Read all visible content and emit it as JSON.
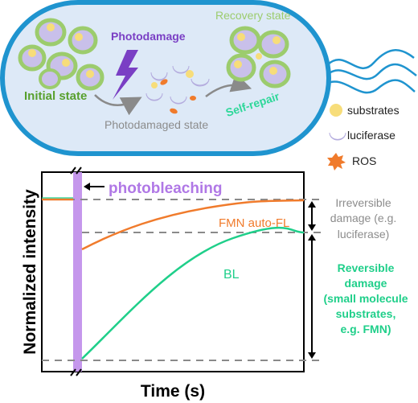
{
  "cell": {
    "initial_label": "Initial state",
    "photodamage_label": "Photodamage",
    "photodamaged_label": "Photodamaged state",
    "recovery_label": "Recovery state",
    "self_repair_label": "Self-repair"
  },
  "legend": {
    "substrates": "substrates",
    "luciferase": "luciferase",
    "ros": "ROS"
  },
  "plot": {
    "photobleaching_label": "photobleaching",
    "ylabel": "Normalized intensity",
    "xlabel": "Time (s)",
    "fmn_label": "FMN auto-FL",
    "bl_label": "BL",
    "irreversible_lines": [
      "Irreversible",
      "damage (e.g.",
      "luciferase)"
    ],
    "reversible_lines": [
      "Reversible",
      "damage",
      "(small molecule",
      "substrates,",
      "e.g. FMN)"
    ]
  },
  "colors": {
    "capsule_border": "#1f94cf",
    "capsule_fill": "#dde9f7",
    "cell_green": "#9ccc6d",
    "cell_inner": "#c9c0ea",
    "substrate": "#f7dd7a",
    "luciferase": "#cbc4ee",
    "ros": "#f07b2c",
    "photodamage": "#7a3fc4",
    "self_repair": "#2fd79a",
    "fmn_curve": "#f07b2c",
    "bl_curve": "#1fcf8a",
    "photobleach_bar": "#c597ec",
    "dash": "#8a8a8a"
  }
}
